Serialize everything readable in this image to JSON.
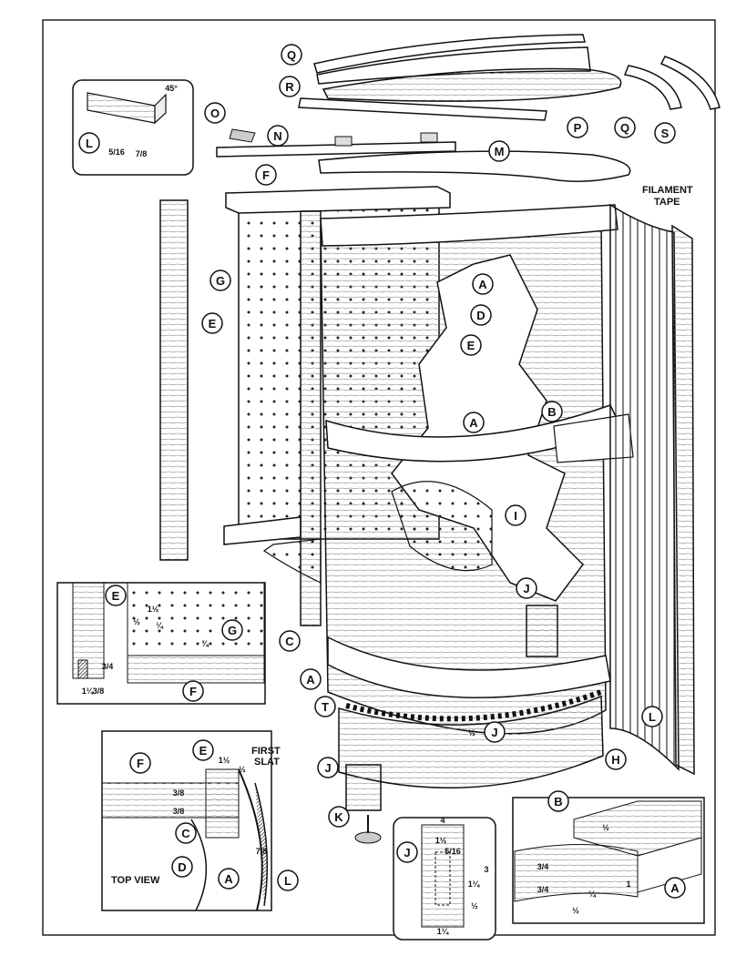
{
  "callouts": {
    "A": "A",
    "B": "B",
    "C": "C",
    "D": "D",
    "E": "E",
    "F": "F",
    "G": "G",
    "H": "H",
    "I": "I",
    "J": "J",
    "K": "K",
    "L": "L",
    "M": "M",
    "N": "N",
    "O": "O",
    "P": "P",
    "Q": "Q",
    "R": "R",
    "S": "S",
    "T": "T"
  },
  "notes": {
    "filament_tape_1": "FILAMENT",
    "filament_tape_2": "TAPE",
    "first_slat_1": "FIRST",
    "first_slat_2": "SLAT",
    "top_view": "TOP VIEW"
  },
  "dimensions": {
    "bevel_angle": "45°",
    "l_thickness": "5/16",
    "l_width": "7/8",
    "frame_1_1_2": "1½",
    "frame_1_2": "½",
    "frame_1_4": "¼",
    "frame_3_4": "3/4",
    "frame_1_1_4": "1¼",
    "frame_3_8": "3/8",
    "frame_3_4b": "¾",
    "t_slot": "½",
    "tv_1_1_2": "1½",
    "tv_1_2": "½",
    "tv_3_8a": "3/8",
    "tv_3_8b": "3/8",
    "tv_7_8": "7/8",
    "j_1_1_2": "1½",
    "j_5_16": "5/16",
    "j_1_1_4a": "1¼",
    "j_1_1_4b": "1¼",
    "j_1_2": "½",
    "j_3": "3",
    "j_4": "4",
    "b_1_2": "½",
    "b_3_4a": "3/4",
    "b_3_4b": "3/4",
    "b_1_4": "¼",
    "b_1_2b": "½",
    "b_1": "1"
  }
}
